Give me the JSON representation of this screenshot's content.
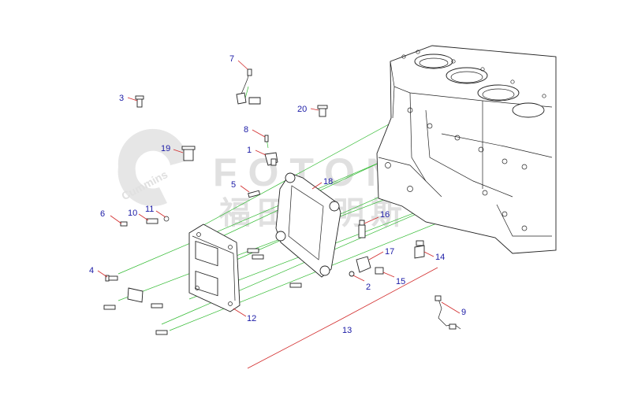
{
  "watermark": {
    "brand_badge": "Cummins",
    "brand_latin": "FOTON",
    "brand_cn": "福田康明斯"
  },
  "callouts": [
    "1",
    "2",
    "3",
    "4",
    "5",
    "6",
    "7",
    "8",
    "9",
    "10",
    "11",
    "12",
    "13",
    "14",
    "15",
    "16",
    "17",
    "18",
    "19",
    "20"
  ],
  "colors": {
    "callout_text": "#1a1aa6",
    "leader": "#d22a2a",
    "guide": "#33bb33",
    "outline": "#222222",
    "watermark": "#e0e0e0"
  }
}
